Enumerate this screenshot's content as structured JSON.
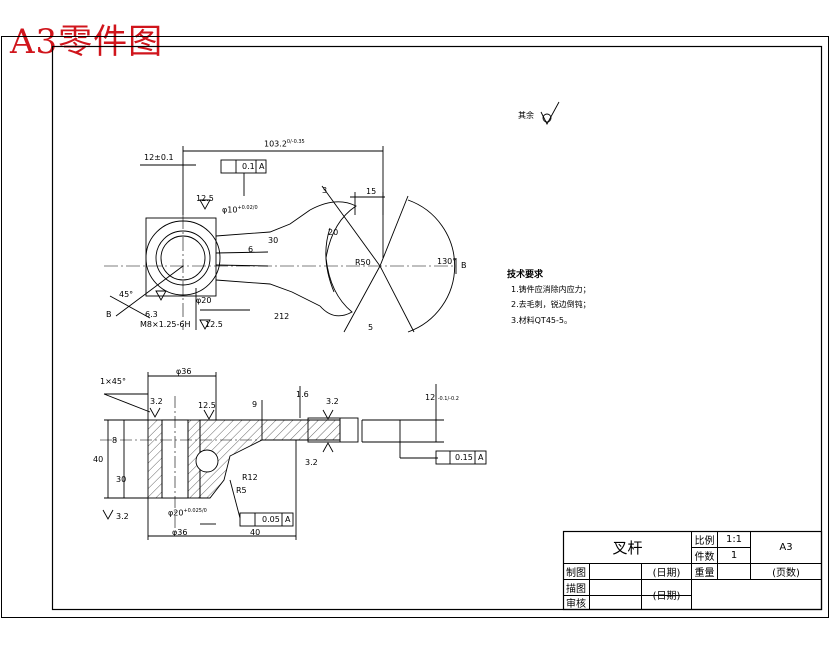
{
  "banner": "A3零件图",
  "roughness_other": "其余",
  "technical_requirements": {
    "heading": "技术要求",
    "items": [
      "1.铸件应消除内应力；",
      "2.去毛刺，锐边倒钝；",
      "3.材料QT45-5。"
    ]
  },
  "title_block": {
    "part_name": "叉杆",
    "scale_label": "比例",
    "scale_value": "1:1",
    "qty_label": "件数",
    "qty_value": "1",
    "weight_label": "重量",
    "sheet_size": "A3",
    "page_label": "(页数)",
    "drawn_label": "制图",
    "traced_label": "描图",
    "checked_label": "审核",
    "date_label_1": "(日期)",
    "date_label_2": "(日期)"
  },
  "dimensions": {
    "top_length": "103.2",
    "top_length_tol": "0/-0.35",
    "offset": "12±0.1",
    "parallel_tol": "0.1",
    "datum_a": "A",
    "bore": "φ10",
    "bore_tol": "+0.02/0",
    "d20": "φ20",
    "thread": "M8×1.25-6H",
    "r6": "6",
    "r30": "30",
    "r212": "212",
    "r15": "15",
    "r3": "3",
    "r5": "5",
    "r20": "20",
    "r50": "R50",
    "angle_130": "130°",
    "angle_45": "45°",
    "roughness_125a": "12.5",
    "roughness_125b": "12.5",
    "roughness_63": "6.3",
    "roughness_32a": "3.2",
    "roughness_32b": "3.2",
    "roughness_32c": "3.2",
    "chamfer": "1×45°",
    "d36_top": "φ36",
    "d36_bottom": "φ36",
    "d20_bottom": "φ20",
    "d20_bottom_tol": "+0.025/0",
    "h40": "40",
    "h30": "30",
    "h8": "8",
    "h9": "9",
    "h1_6": "1.6",
    "w40": "40",
    "r12": "R12",
    "r85": "R5",
    "sect_thk": "12",
    "sect_thk_tol": "-0.1/-0.2",
    "perp_tol": "0.05",
    "flat_tol": "0.15",
    "section_b": "B",
    "section_b2": "B"
  }
}
